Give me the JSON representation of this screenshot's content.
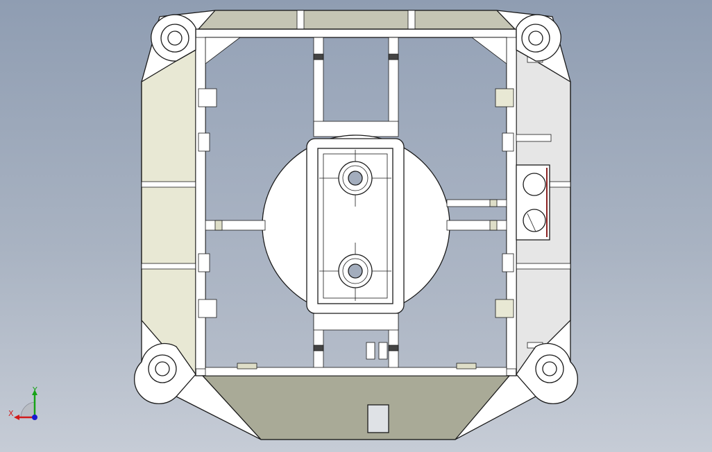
{
  "viewport": {
    "background_top": "#8f9db2",
    "background_bottom": "#c6ccd6"
  },
  "model": {
    "view": "top",
    "colors": {
      "body": "#ffffff",
      "outline": "#1a1a1a",
      "side_panel_left": "#e8e8d4",
      "side_panel_right": "#e6e6e6",
      "front_panel": "#a9aa97",
      "top_panel": "#c5c5b4",
      "tab": "#dedec8",
      "accent_wire": "#8a2020"
    }
  },
  "triad": {
    "x_label": "X",
    "y_label": "Y",
    "x_color": "#d11a1a",
    "y_color": "#17a317",
    "z_color": "#1a1ad1"
  }
}
